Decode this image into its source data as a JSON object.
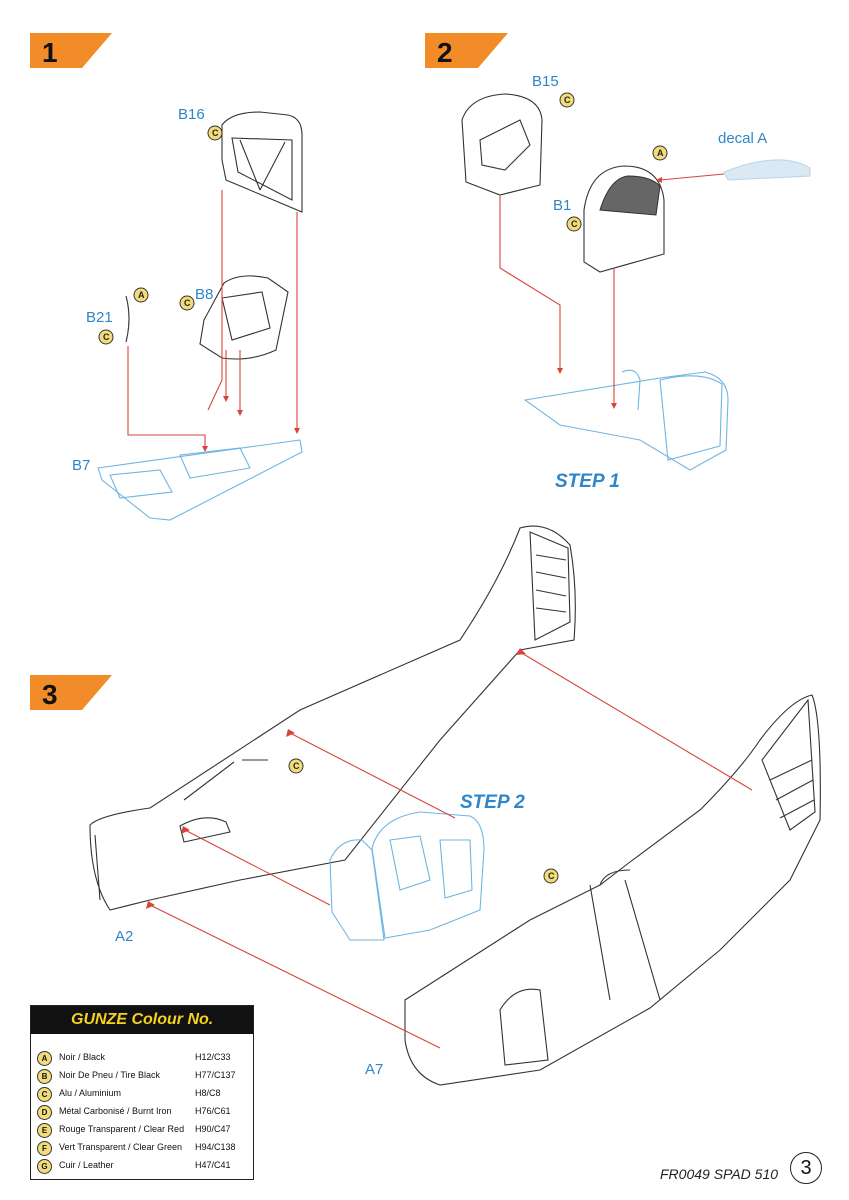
{
  "steps": [
    {
      "number": "1"
    },
    {
      "number": "2"
    },
    {
      "number": "3"
    }
  ],
  "parts": {
    "b16": "B16",
    "b8": "B8",
    "b21": "B21",
    "b7": "B7",
    "b15": "B15",
    "b1": "B1",
    "a2": "A2",
    "a7": "A7",
    "decal_a": "decal A"
  },
  "subassemblies": {
    "step1": "STEP 1",
    "step2": "STEP 2"
  },
  "badges": {
    "a": "A",
    "c": "C"
  },
  "legend": {
    "title": "GUNZE Colour No.",
    "rows": [
      {
        "code": "A",
        "name": "Noir / Black",
        "ref": "H12/C33"
      },
      {
        "code": "B",
        "name": "Noir De Pneu / Tire Black",
        "ref": "H77/C137"
      },
      {
        "code": "C",
        "name": "Alu / Aluminium",
        "ref": "H8/C8"
      },
      {
        "code": "D",
        "name": "Métal Carbonisé / Burnt Iron",
        "ref": "H76/C61"
      },
      {
        "code": "E",
        "name": "Rouge Transparent / Clear Red",
        "ref": "H90/C47"
      },
      {
        "code": "F",
        "name": "Vert Transparent / Clear Green",
        "ref": "H94/C138"
      },
      {
        "code": "G",
        "name": "Cuir / Leather",
        "ref": "H47/C41"
      }
    ]
  },
  "footer": {
    "code": "FR0049 SPAD 510",
    "page": "3"
  },
  "colors": {
    "accent": "#f28c28",
    "label": "#2f86c8",
    "arrow": "#d9443a",
    "legend_title": "#f7d21e"
  }
}
